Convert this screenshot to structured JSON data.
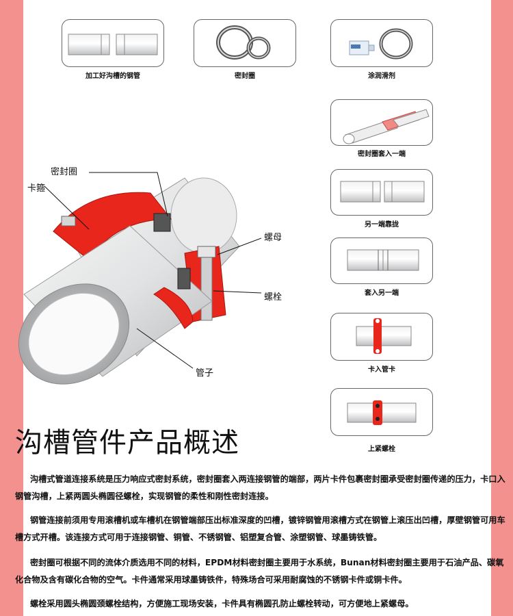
{
  "steps": {
    "s1": "加工好沟槽的钢管",
    "s2": "密封圈",
    "s3": "涂润滑剂",
    "s4": "密封圈套入一端",
    "s5": "另一端靠拢",
    "s6": "套入另一端",
    "s7": "卡入管卡",
    "s8": "上紧螺栓"
  },
  "callouts": {
    "seal_ring": "密封圈",
    "clamp": "卡箍",
    "nut": "螺母",
    "bolt": "螺栓",
    "pipe": "管子"
  },
  "title": "沟槽管件产品概述",
  "paragraphs": {
    "p1": "沟槽式管道连接系统是压力响应式密封系统，密封圈套入两连接钢管的端部，两片卡件包裹密封圈承受密封圈传递的压力，卡口入钢管沟槽，上紧两圆头椭圆径螺栓，实现钢管的柔性和刚性密封连接。",
    "p2": "钢管连接前须用专用滚槽机或车槽机在钢管端部压出标准深度的凹槽，镀锌钢管用滚槽方式在钢管上滚压出凹槽，厚壁钢管可用车槽方式开槽。该连接方式可用于连接钢管、铜管、不锈钢管、铝塑复合管、涂塑钢管、球墨铸铁管。",
    "p3": "密封圈可根据不同的流体介质选用不同的材料，EPDM材料密封圈主要用于水系统，Bunan材料密封圈主要用于石油产品、碳氧化合物及含有碳化合物的空气。卡件通常采用球墨铸铁件，特殊场合可采用耐腐蚀的不锈钢卡件或铜卡件。",
    "p4": "螺栓采用圆头椭圆颈螺栓结构，方便施工现场安装，卡件具有椭圆孔防止螺栓转动，可方便地上紧螺母。"
  },
  "colors": {
    "side_stripe": "#f3918f",
    "clamp_red": "#e8261c",
    "pipe_gray": "#d9dadb"
  }
}
